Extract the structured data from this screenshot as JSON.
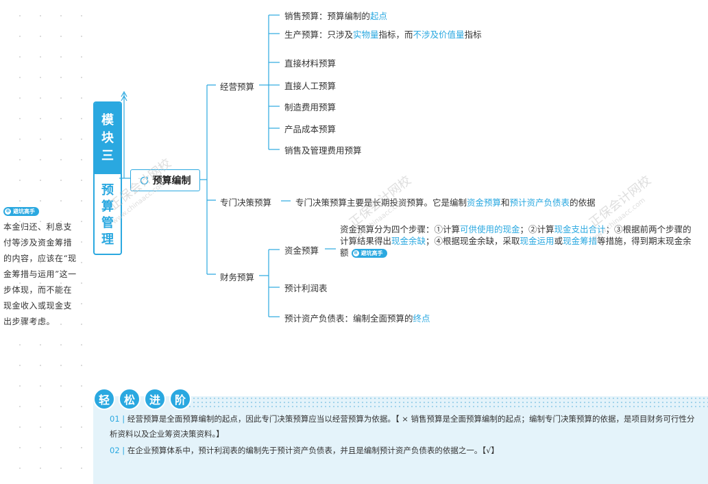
{
  "sidebar": {
    "badge": "避坑高手",
    "note": "本金归还、利息支付等涉及资金筹措的内容，应该在“现金筹措与运用”这一步体现，而不能在现金收入或现金支出步骤考虑。"
  },
  "module": {
    "label_chars": [
      "模",
      "块",
      "三"
    ],
    "title_chars": [
      "预",
      "算",
      "管",
      "理"
    ]
  },
  "root": {
    "label": "预算编制"
  },
  "branches": {
    "operating": {
      "label": "经营预算",
      "sales": {
        "a": "销售预算：预算编制的",
        "b": "起点"
      },
      "production": {
        "a": "生产预算：只涉及",
        "b": "实物量",
        "c": "指标，而",
        "d": "不涉及价值量",
        "e": "指标"
      },
      "items": [
        "直接材料预算",
        "直接人工预算",
        "制造费用预算",
        "产品成本预算",
        "销售及管理费用预算"
      ]
    },
    "special": {
      "label": "专门决策预算",
      "desc": {
        "a": "专门决策预算主要是长期投资预算。它是编制",
        "b": "资金预算",
        "c": "和",
        "d": "预计资产负债表",
        "e": "的依据"
      }
    },
    "financial": {
      "label": "财务预算",
      "cash": {
        "label": "资金预算",
        "p1": "资金预算分为四个步骤：①计算",
        "p2": "可供使用的现金",
        "p3": "；②计算",
        "p4": "现金支出合计",
        "p5": "；③根据前两个步骤的计算结果得出",
        "p6": "现金余缺",
        "p7": "；④根据现金余缺，采取",
        "p8": "现金运用",
        "p9": "或",
        "p10": "现金筹措",
        "p11": "等措施，得到期末现金余额",
        "badge": "避坑高手"
      },
      "income": "预计利润表",
      "balance": {
        "a": "预计资产负债表：编制全面预算的",
        "b": "终点"
      }
    }
  },
  "bottom": {
    "title_chars": [
      "轻",
      "松",
      "进",
      "阶"
    ],
    "q1": {
      "num": "01 |",
      "text": "经营预算是全面预算编制的起点，因此专门决策预算应当以经营预算为依据。【 × 销售预算是全面预算编制的起点；编制专门决策预算的依据，是项目财务可行性分析资料以及企业筹资决策资料。】"
    },
    "q2": {
      "num": "02 |",
      "text": "在企业预算体系中，预计利润表的编制先于预计资产负债表，并且是编制预计资产负债表的依据之一。【√】"
    }
  },
  "watermarks": {
    "cn": "正保会计网校",
    "en": "www.chinaacc.com"
  },
  "colors": {
    "accent": "#2aa8e0",
    "panel": "#e4f3fa"
  }
}
